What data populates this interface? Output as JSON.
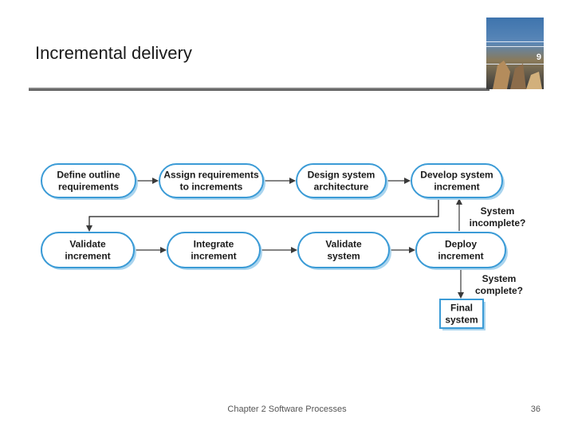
{
  "slide": {
    "title": "Incremental delivery",
    "footer": "Chapter 2 Software Processes",
    "page_number": "36"
  },
  "book_cover": {
    "icon": "book-cover-image",
    "edition": "9"
  },
  "colors": {
    "node_fill": "#ffffff",
    "node_stroke": "#3b9bd6",
    "node_shadow": "#a9d4ee",
    "arrow": "#3a3a3a",
    "feedback_line": "#1a1a1a"
  },
  "diagram": {
    "nodes": {
      "define": [
        "Define outline",
        "requirements"
      ],
      "assign": [
        "Assign requirements",
        "to increments"
      ],
      "design": [
        "Design system",
        "architecture"
      ],
      "develop": [
        "Develop system",
        "increment"
      ],
      "validate_inc": [
        "Validate",
        "increment"
      ],
      "integrate": [
        "Integrate",
        "increment"
      ],
      "validate_sys": [
        "Validate",
        "system"
      ],
      "deploy": [
        "Deploy",
        "increment"
      ],
      "final": [
        "Final",
        "system"
      ]
    },
    "edge_labels": {
      "system_incomplete": [
        "System",
        "incomplete?"
      ],
      "system_complete": [
        "System",
        "complete?"
      ]
    }
  }
}
